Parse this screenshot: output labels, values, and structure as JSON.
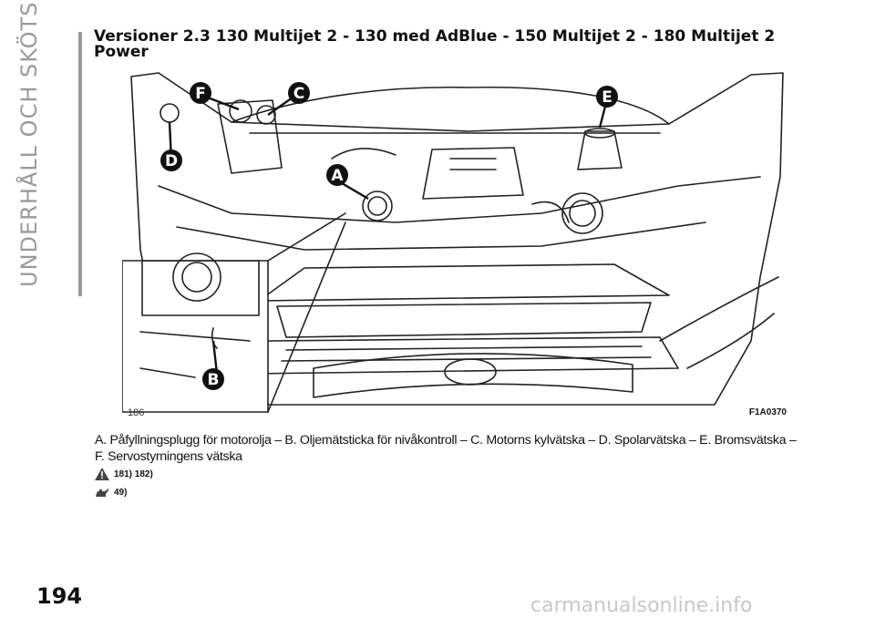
{
  "sidebar": {
    "section": "UNDERHÅLL OCH SKÖTSEL"
  },
  "title": "Versioner 2.3 130 Multijet 2 - 130 med AdBlue - 150 Multijet 2 - 180 Multijet 2 Power",
  "figure": {
    "labels": [
      "A",
      "B",
      "C",
      "D",
      "E",
      "F"
    ],
    "ref_left": "186",
    "ref_right": "F1A0370",
    "icon": "engine-bay-illustration"
  },
  "caption": "A. Påfyllningsplugg för motorolja – B. Oljemätsticka för nivåkontroll – C. Motorns kylvätska – D. Spolarvätska – E. Bromsvätska – F. Servostyrningens vätska",
  "notes": [
    {
      "icon": "warning-triangle-icon",
      "text": "181) 182)"
    },
    {
      "icon": "oil-can-icon",
      "text": "49)"
    }
  ],
  "page_number": "194",
  "watermark": "carmanualsonline.info",
  "colors": {
    "text": "#111111",
    "sidebar_gray": "#9a9a9a",
    "watermark": "#c8c8c8",
    "callout": "#111111"
  }
}
